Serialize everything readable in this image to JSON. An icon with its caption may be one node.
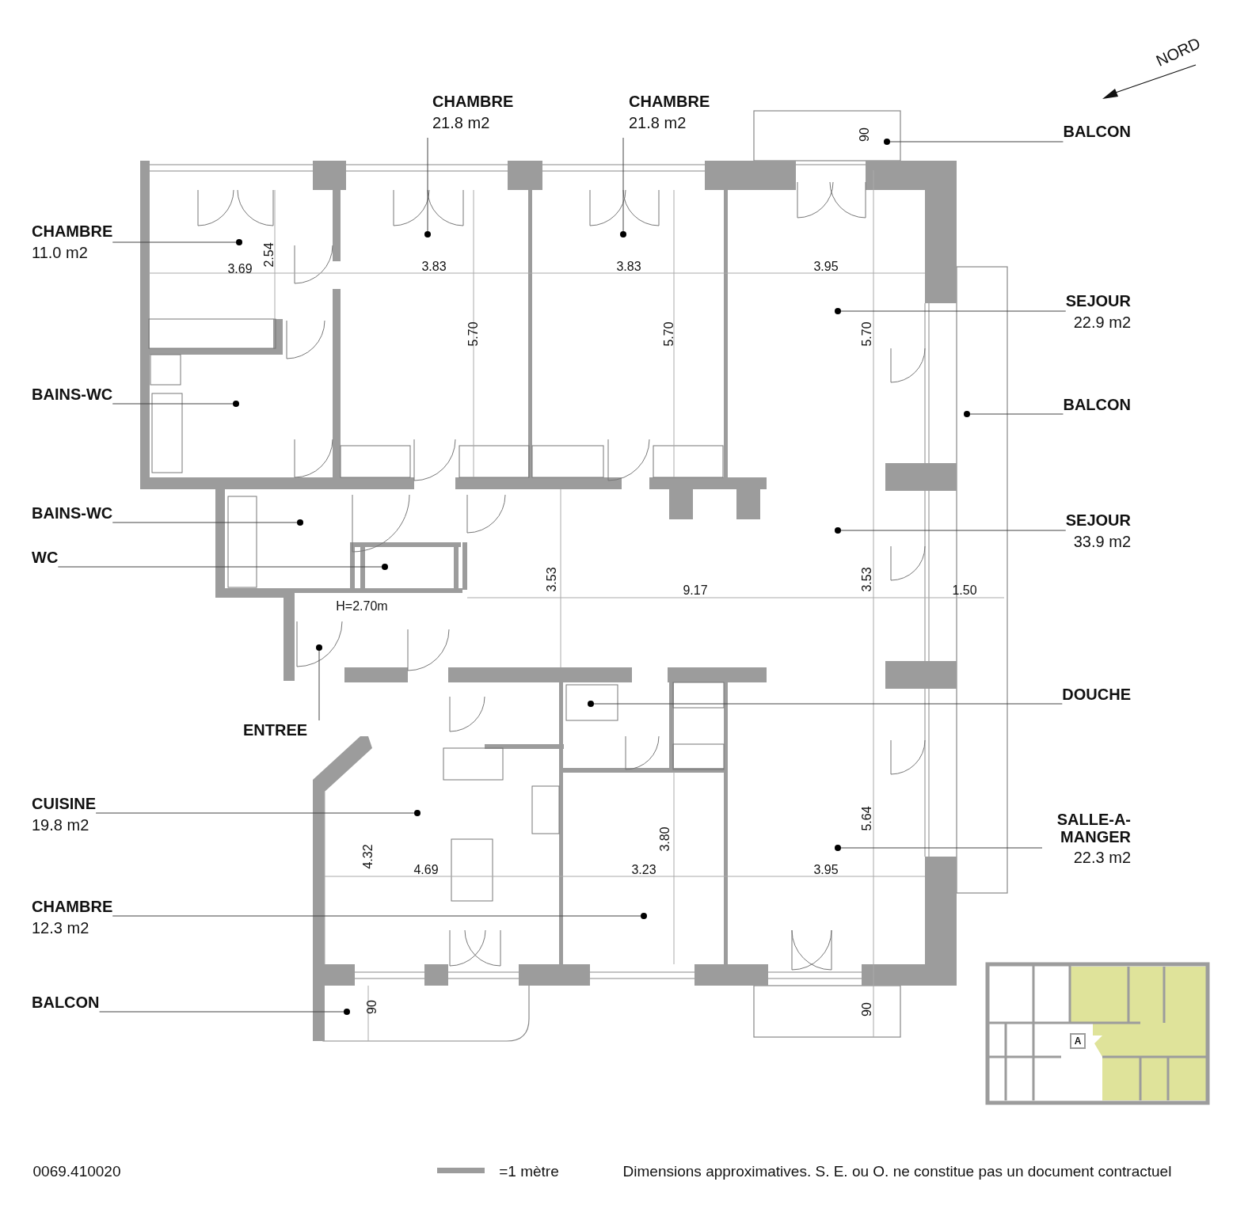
{
  "diagram": {
    "nodes": [
      {
        "text": [
          "CHAMBRE",
          "21.8 m2"
        ]
      },
      {
        "text": [
          "CHAMBRE",
          "21.8 m2"
        ]
      },
      {
        "text": [
          "BALCON"
        ]
      },
      {
        "text": [
          "CHAMBRE",
          "11.0 m2"
        ]
      },
      {
        "text": [
          "SEJOUR",
          "22.9 m2"
        ]
      },
      {
        "text": [
          "BAINS-WC"
        ]
      },
      {
        "text": [
          "BALCON"
        ]
      },
      {
        "text": [
          "BAINS-WC"
        ]
      },
      {
        "text": [
          "SEJOUR",
          "33.9 m2"
        ]
      },
      {
        "text": [
          "WC"
        ]
      },
      {
        "text": [
          "DOUCHE"
        ]
      },
      {
        "text": [
          "ENTREE"
        ]
      },
      {
        "text": [
          "CUISINE",
          "19.8 m2"
        ]
      },
      {
        "text": [
          "SALLE-A-MANGER",
          "22.3 m2"
        ]
      },
      {
        "text": [
          "CHAMBRE",
          "12.3 m2"
        ]
      },
      {
        "text": [
          "BALCON"
        ]
      },
      {
        "text": [],
        "shape": "circle"
      },
      {
        "text": [],
        "shape": "circle"
      },
      {
        "text": [],
        "shape": "circle"
      },
      {
        "text": [],
        "shape": "circle"
      },
      {
        "text": [],
        "shape": "circle"
      },
      {
        "text": [],
        "shape": "circle"
      },
      {
        "text": [],
        "shape": "circle"
      },
      {
        "text": [],
        "shape": "circle"
      },
      {
        "text": [],
        "shape": "circle"
      },
      {
        "text": [],
        "shape": "circle"
      },
      {
        "text": [],
        "shape": "circle"
      },
      {
        "text": [],
        "shape": "circle"
      },
      {
        "text": [],
        "shape": "circle"
      },
      {
        "text": [],
        "shape": "circle"
      },
      {
        "text": [],
        "shape": "circle"
      },
      {
        "text": [],
        "shape": "circle"
      }
    ],
    "edges": [
      {
        "from": 0,
        "to": 17,
        "arrow": "none"
      },
      {
        "from": 1,
        "to": 18,
        "arrow": "none"
      },
      {
        "from": 2,
        "to": 16,
        "arrow": "none"
      },
      {
        "from": 3,
        "to": 19,
        "arrow": "none"
      },
      {
        "from": 4,
        "to": 20,
        "arrow": "none"
      },
      {
        "from": 5,
        "to": 21,
        "arrow": "none"
      },
      {
        "from": 6,
        "to": 22,
        "arrow": "none"
      },
      {
        "from": 7,
        "to": 23,
        "arrow": "none"
      },
      {
        "from": 8,
        "to": 24,
        "arrow": "none"
      },
      {
        "from": 9,
        "to": 25,
        "arrow": "none"
      },
      {
        "from": 10,
        "to": 27,
        "arrow": "none"
      },
      {
        "from": 11,
        "to": 26,
        "arrow": "none"
      },
      {
        "from": 12,
        "to": 28,
        "arrow": "none"
      },
      {
        "from": 13,
        "to": 29,
        "arrow": "none"
      },
      {
        "from": 14,
        "to": 30,
        "arrow": "none"
      },
      {
        "from": 15,
        "to": 31,
        "arrow": "none"
      }
    ],
    "labels": [
      "NORD",
      "90",
      "3.69",
      "2.54",
      "3.83",
      "3.83",
      "3.95",
      "5.70",
      "5.70",
      "5.70",
      "3.53",
      "3.53",
      "9.17",
      "1.50",
      "H=2.70m",
      "5.64",
      "3.80",
      "4.32",
      "4.69",
      "3.23",
      "3.95",
      "90",
      "90",
      "A",
      "0069.410020",
      "=1 mètre",
      "Dimensions approximatives. S. E. ou O. ne constitue pas un document contractuel"
    ]
  }
}
